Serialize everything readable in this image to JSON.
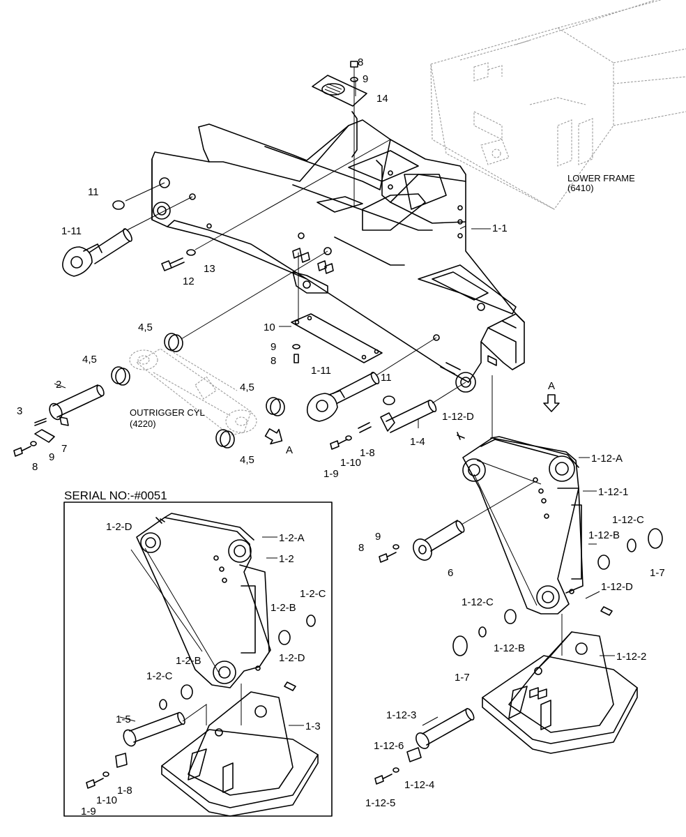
{
  "serial_title": "SERIAL NO:-#0051",
  "lower_frame": {
    "name": "LOWER FRAME",
    "code": "(6410)"
  },
  "outrigger_cyl": {
    "name": "OUTRIGGER CYL",
    "code": "(4220)"
  },
  "arrow_a": "A",
  "callouts": {
    "c8_top": "8",
    "c9_top": "9",
    "c14": "14",
    "c11_l": "11",
    "c1_11_l": "1-11",
    "c12": "12",
    "c13": "13",
    "c1_1": "1-1",
    "c10": "10",
    "c9_m": "9",
    "c8_m": "8",
    "c45_a": "4,5",
    "c45_b": "4,5",
    "c45_c": "4,5",
    "c45_d": "4,5",
    "c2": "2",
    "c3": "3",
    "c7": "7",
    "c9_l": "9",
    "c8_l": "8",
    "c1_11_m": "1-11",
    "c11_m": "11",
    "c1_4": "1-4",
    "c1_8": "1-8",
    "c1_10": "1-10",
    "c1_9": "1-9",
    "c1_12_d_t": "1-12-D",
    "c1_12_a": "1-12-A",
    "c1_12_1": "1-12-1",
    "c1_12_c_r": "1-12-C",
    "c1_12_b_r": "1-12-B",
    "c1_7_r": "1-7",
    "c1_12_d_r": "1-12-D",
    "c9_r": "9",
    "c8_r": "8",
    "c6": "6",
    "c1_12_c_m": "1-12-C",
    "c1_12_b_m": "1-12-B",
    "c1_7_m": "1-7",
    "c1_12_2": "1-12-2",
    "c1_12_3": "1-12-3",
    "c1_12_6": "1-12-6",
    "c1_12_4": "1-12-4",
    "c1_12_5": "1-12-5",
    "c1_2_d_t": "1-2-D",
    "c1_2_a": "1-2-A",
    "c1_2": "1-2",
    "c1_2_c_r": "1-2-C",
    "c1_2_b_r": "1-2-B",
    "c1_2_d_b": "1-2-D",
    "c1_2_b_m": "1-2-B",
    "c1_2_c_m": "1-2-C",
    "c1_5": "1-5",
    "c1_3": "1-3",
    "c1_8_b": "1-8",
    "c1_10_b": "1-10",
    "c1_9_b": "1-9"
  }
}
